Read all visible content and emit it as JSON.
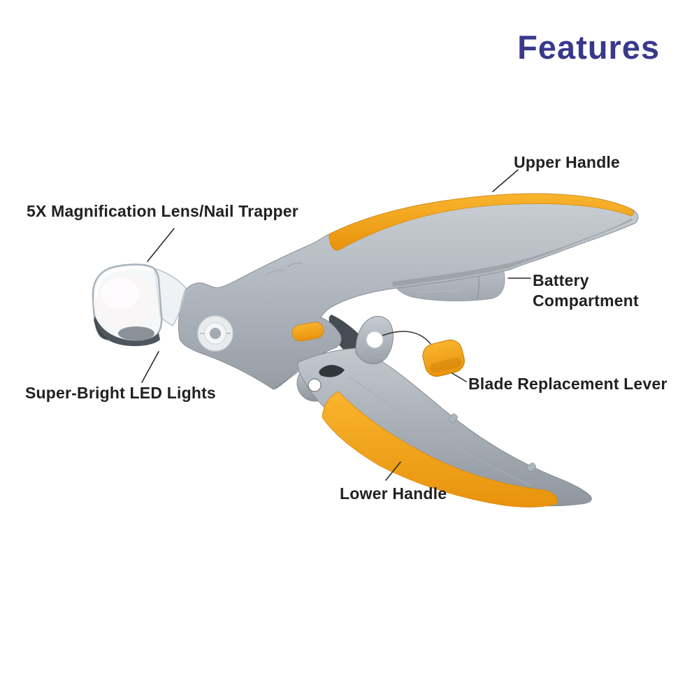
{
  "title": {
    "text": "Features"
  },
  "labels": [
    {
      "id": "magnification-lens",
      "text": "5X Magnification Lens/Nail Trapper"
    },
    {
      "id": "upper-handle",
      "text": "Upper Handle"
    },
    {
      "id": "battery-compartment",
      "text": "Battery Compartment"
    },
    {
      "id": "blade-replacement-lever",
      "text": "Blade Replacement Lever"
    },
    {
      "id": "led-lights",
      "text": "Super-Bright LED Lights"
    },
    {
      "id": "lower-handle",
      "text": "Lower Handle"
    }
  ],
  "product": {
    "type": "pet-nail-clipper-illustration",
    "parts": [
      "magnification lens / nail trapper dome",
      "upper handle with orange grip",
      "battery compartment",
      "blade replacement lever",
      "LED light housing",
      "lower handle with orange grip",
      "pivot screw dial",
      "orange release button"
    ]
  },
  "colors": {
    "title": "#39398C",
    "label_text": "#212121",
    "leader_line": "#2B2B2B",
    "orange_grip": "#F2A11C",
    "orange_dark": "#DD8E0B",
    "body_gray_light": "#C9CFD4",
    "body_gray_dark": "#9AA1A8",
    "shadow_dark": "#454C53",
    "lens_tint": "#EEF3F6",
    "background": "#FFFFFF"
  }
}
